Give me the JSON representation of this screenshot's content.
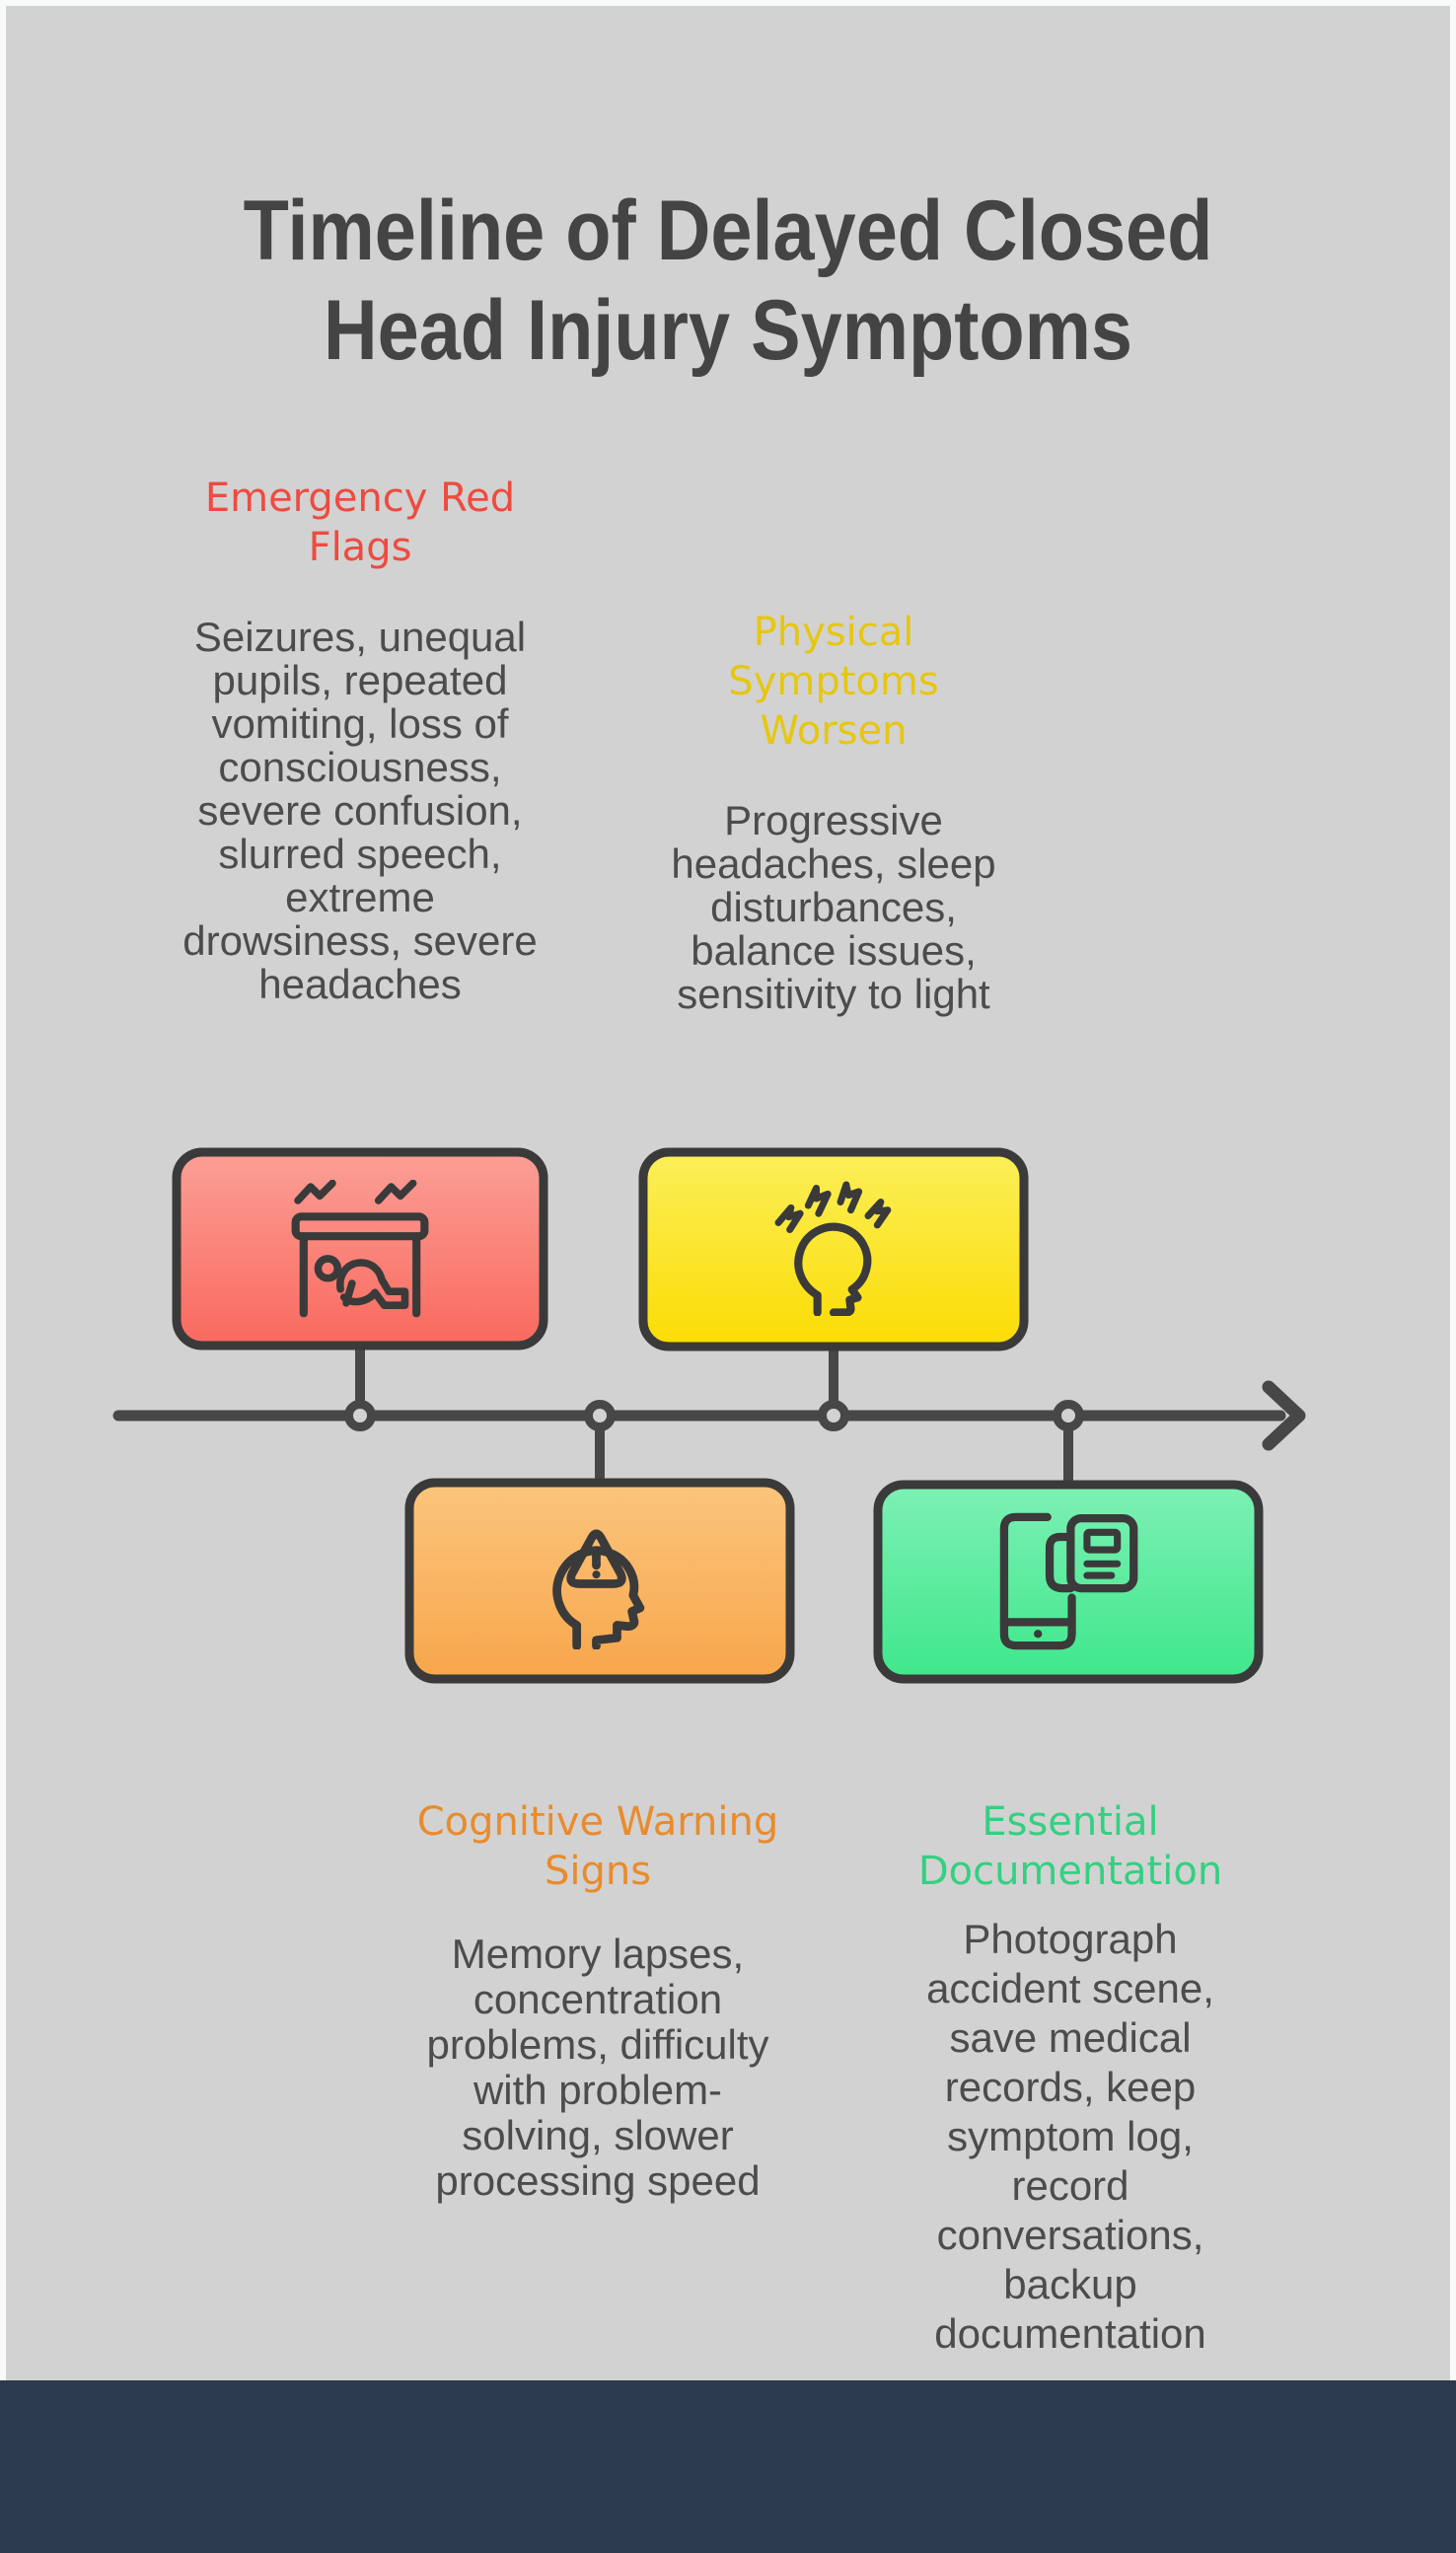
{
  "title": "Timeline of Delayed Closed Head Injury Symptoms",
  "sections": [
    {
      "heading": "Emergency Red Flags",
      "body": "Seizures, unequal pupils, repeated vomiting, loss of consciousness, severe confusion, slurred speech, extreme drowsiness, severe headaches",
      "heading_color": "#ee4b40",
      "icon": "seizure-under-table-icon",
      "box_gradient_top": "#fb9f96",
      "box_gradient_bottom": "#f9695e",
      "timeline_position": "above"
    },
    {
      "heading": "Physical Symptoms Worsen",
      "body": "Progressive headaches, sleep disturbances, balance issues, sensitivity to light",
      "heading_color": "#e7c60f",
      "icon": "headache-lightning-head-icon",
      "box_gradient_top": "#fbef5a",
      "box_gradient_bottom": "#fbdc04",
      "timeline_position": "above"
    },
    {
      "heading": "Cognitive Warning Signs",
      "body": "Memory lapses, concentration problems, difficulty with problem-solving, slower processing speed",
      "heading_color": "#e98b2d",
      "icon": "head-warning-triangle-icon",
      "box_gradient_top": "#fbc57d",
      "box_gradient_bottom": "#f8a64b",
      "timeline_position": "below"
    },
    {
      "heading": "Essential Documentation",
      "body": "Photograph accident scene, save medical records, keep symptom log, record conversations, backup documentation",
      "heading_color": "#33d081",
      "icon": "phone-document-icon",
      "box_gradient_top": "#7df0b4",
      "box_gradient_bottom": "#3fe78c",
      "timeline_position": "below"
    }
  ],
  "timeline": {
    "direction": "left-to-right",
    "node_count": 4,
    "line_color": "#474747",
    "box_border_color": "#3a3a3a",
    "icon_stroke_color": "#3a3a3a"
  },
  "canvas": {
    "background_color": "#d2d2d2",
    "frame_color": "#f8fafa",
    "footer_color": "#2c3b4d",
    "title_color": "#444444",
    "body_text_color": "#4c4c4c"
  }
}
